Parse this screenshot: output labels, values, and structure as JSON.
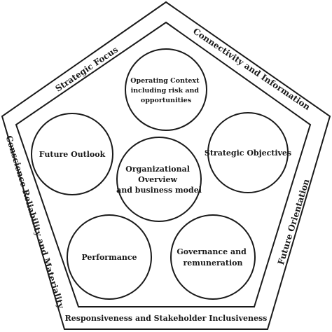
{
  "edges": {
    "strategic_focus": "Strategic Focus",
    "connectivity": "Connectivity and Information",
    "future_orientation": "Future Orientation",
    "responsiveness": "Responsiveness and Stakeholder Inclusiveness",
    "conscience": "Conscience Reliability and Materiality"
  },
  "circles": {
    "operating_context": [
      "Operating Context",
      "including risk and",
      "opportunities"
    ],
    "future_outlook": [
      "Future Outlook"
    ],
    "strategic_objectives": [
      "Strategic Objectives"
    ],
    "organizational_overview": [
      "Organizational",
      "Overview",
      "and business model"
    ],
    "performance": [
      "Performance"
    ],
    "governance": [
      "Governance and",
      "remuneration"
    ]
  }
}
